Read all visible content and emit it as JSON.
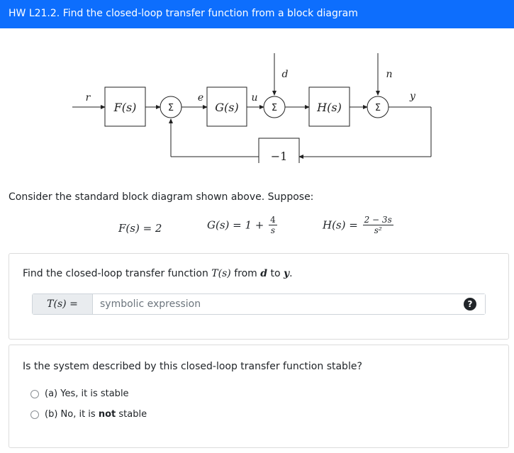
{
  "header": {
    "title": "HW L21.2. Find the closed-loop transfer function from a block diagram"
  },
  "diagram": {
    "blocks": {
      "f": "F(s)",
      "g": "G(s)",
      "h": "H(s)",
      "feedback": "−1"
    },
    "sum_symbol": "Σ",
    "signals": {
      "r": "r",
      "e": "e",
      "u": "u",
      "d": "d",
      "n": "n",
      "y": "y"
    }
  },
  "problem": {
    "intro": "Consider the standard block diagram shown above. Suppose:",
    "f_eq": "F(s) = 2",
    "g_eq_prefix": "G(s) = 1 +",
    "g_frac_num": "4",
    "g_frac_den": "s",
    "h_eq_prefix": "H(s) =",
    "h_frac_num": "2 − 3s",
    "h_frac_den": "s²"
  },
  "part1": {
    "question_prefix": "Find the closed-loop transfer function",
    "question_math": "T(s)",
    "question_mid": "from",
    "question_d": "d",
    "question_to": "to",
    "question_y": "y",
    "question_end": ".",
    "input_label": "T(s) =",
    "input_placeholder": "symbolic expression",
    "help_symbol": "?"
  },
  "part2": {
    "question": "Is the system described by this closed-loop transfer function stable?",
    "options": [
      {
        "prefix": "(a) Yes, it is stable",
        "bold": "",
        "suffix": ""
      },
      {
        "prefix": "(b) No, it is ",
        "bold": "not",
        "suffix": " stable"
      }
    ]
  }
}
